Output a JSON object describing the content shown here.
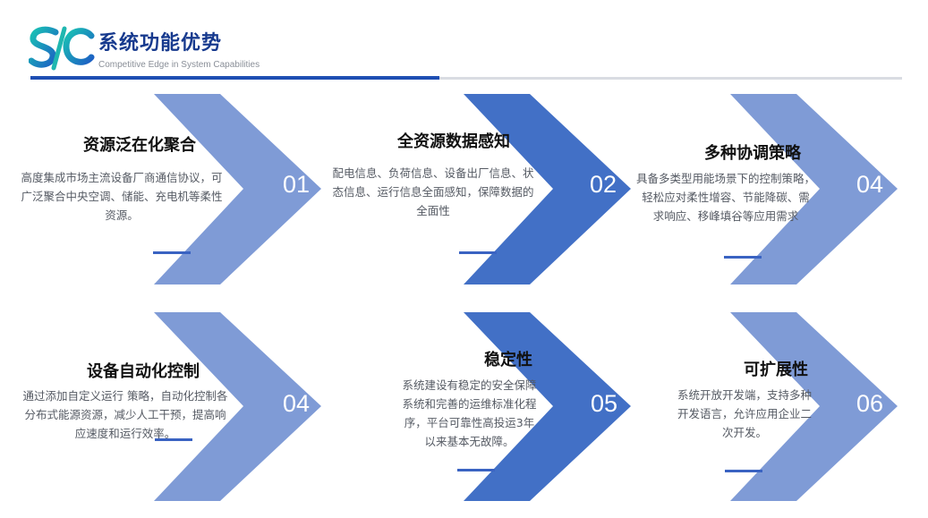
{
  "header": {
    "title": "系统功能优势",
    "subtitle": "Competitive Edge in System Capabilities",
    "logo_text": "SC"
  },
  "colors": {
    "light_chevron": "#7f9bd6",
    "dark_chevron": "#4270c6",
    "title_blue": "#173a8e",
    "accent_bar": "#3a63c2"
  },
  "cards": [
    {
      "number": "01",
      "title": "资源泛在化聚合",
      "lines": [
        "高度集成市场主流设备厂商通信协议，可",
        "广泛聚合中央空调、储能、充电机等柔性",
        "资源。"
      ]
    },
    {
      "number": "02",
      "title": "全资源数据感知",
      "lines": [
        "配电信息、负荷信息、设备出厂信息、状",
        "态信息、运行信息全面感知，保障数据的",
        "全面性"
      ]
    },
    {
      "number": "04",
      "title": "多种协调策略",
      "lines": [
        "具备多类型用能场景下的控制策略，",
        "轻松应对柔性增容、节能降碳、需",
        "求响应、移峰填谷等应用需求"
      ]
    },
    {
      "number": "04",
      "title": "设备自动化控制",
      "lines": [
        "通过添加自定义运行 策略，自动化控制各",
        "分布式能源资源，减少人工干预，提高响",
        "应速度和运行效率。"
      ]
    },
    {
      "number": "05",
      "title": "稳定性",
      "lines": [
        "系统建设有稳定的安全保障",
        "系统和完善的运维标准化程",
        "序，平台可靠性高投运3年",
        "以来基本无故障。"
      ]
    },
    {
      "number": "06",
      "title": "可扩展性",
      "lines": [
        "系统开放开发端，支持多种",
        "开发语言，允许应用企业二",
        "次开发。"
      ]
    }
  ]
}
